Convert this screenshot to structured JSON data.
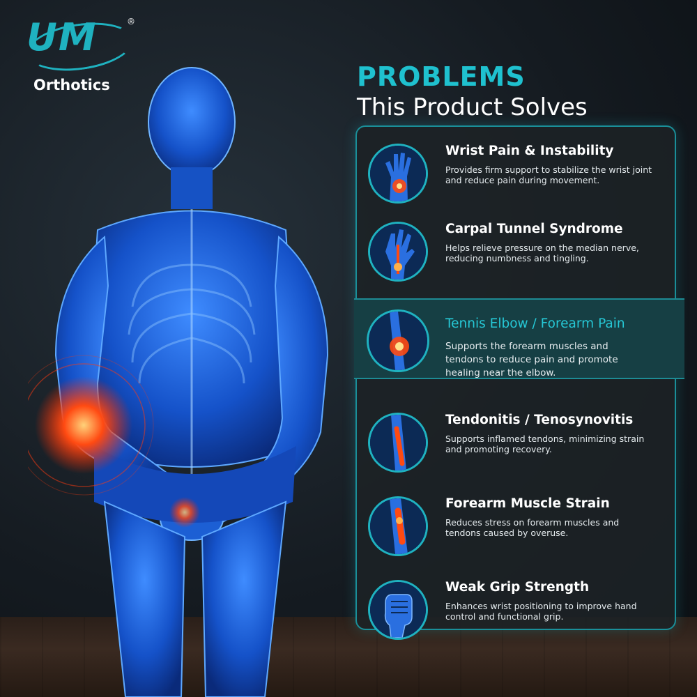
{
  "brand": {
    "logo_text": "UM",
    "registered": "®",
    "name": "Orthotics"
  },
  "headline": {
    "title": "PROBLEMS",
    "subtitle": "This Product Solves"
  },
  "colors": {
    "accent": "#1fc1cf",
    "panel_border": "#1a8f99",
    "highlight_bg": "#163f44",
    "pain": "#ff3a10"
  },
  "problems": [
    {
      "icon": "wrist-pain-icon",
      "title": "Wrist Pain & Instability",
      "desc": "Provides firm support to stabilize the wrist joint and reduce pain during movement."
    },
    {
      "icon": "carpal-tunnel-icon",
      "title": "Carpal Tunnel Syndrome",
      "desc": "Helps relieve pressure on the median nerve, reducing numbness and tingling."
    },
    {
      "icon": "elbow-pain-icon",
      "title": "Tennis Elbow / Forearm Pain",
      "desc": "Supports the forearm muscles and tendons to reduce pain and promote healing near the elbow.",
      "highlighted": true
    },
    {
      "icon": "tendon-icon",
      "title": "Tendonitis / Tenosynovitis",
      "desc": "Supports inflamed tendons, minimizing strain and promoting recovery."
    },
    {
      "icon": "forearm-strain-icon",
      "title": "Forearm Muscle Strain",
      "desc": "Reduces stress on forearm muscles and tendons caused by overuse."
    },
    {
      "icon": "fist-grip-icon",
      "title": "Weak Grip Strength",
      "desc": "Enhances wrist positioning to improve hand control and functional grip."
    }
  ]
}
